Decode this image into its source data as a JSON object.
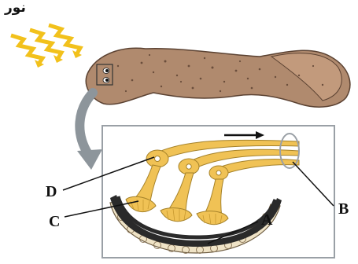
{
  "title": "نور",
  "labels": {
    "A": "A",
    "B": "B",
    "C": "C",
    "D": "D"
  },
  "colors": {
    "planarian_body": "#b08a6e",
    "planarian_spots": "#6b4e3c",
    "light_rays": "#f2c11c",
    "nerve_cells": "#f0c255",
    "pigment_cup": "#2a2a2a",
    "cup_cells": "#efe3c6",
    "zoom_arrow": "#8d959b",
    "box_border": "#9aa0a6"
  },
  "icons": [
    "light-rays-icon",
    "zoom-arrow-icon",
    "direction-arrow-icon"
  ]
}
